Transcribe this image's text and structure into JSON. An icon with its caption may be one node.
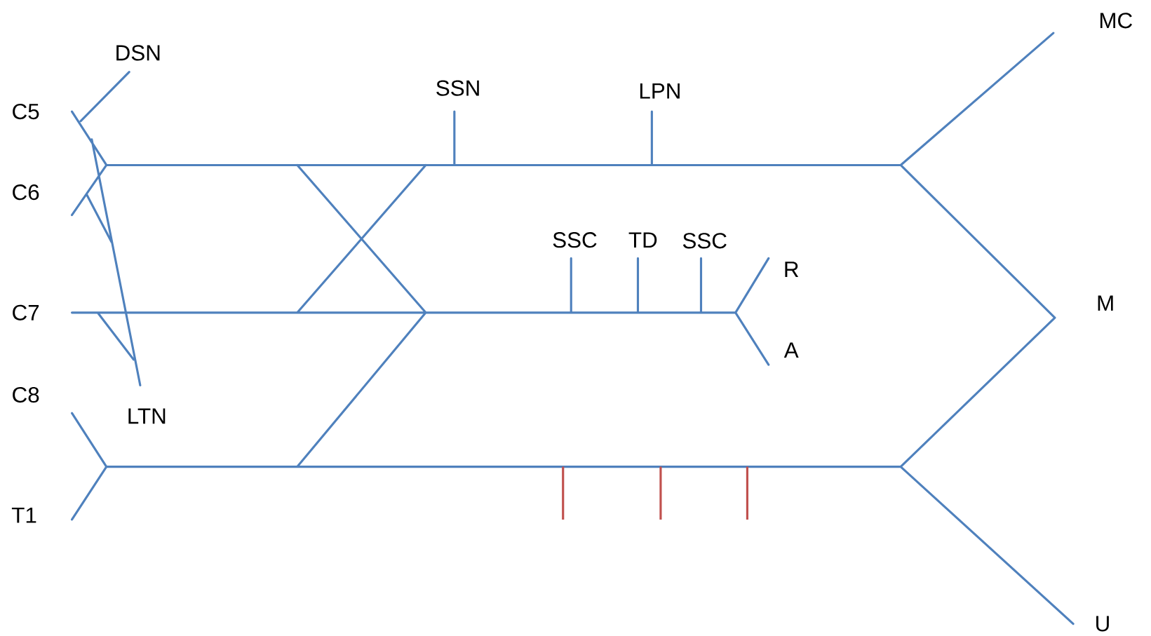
{
  "diagram": {
    "labels": [
      "MC",
      "DSN",
      "SSN",
      "LPN",
      "C5",
      "C6",
      "SSC",
      "TD",
      "SSC",
      "R",
      "M",
      "C7",
      "A",
      "C8",
      "LTN",
      "T1",
      "U"
    ]
  }
}
